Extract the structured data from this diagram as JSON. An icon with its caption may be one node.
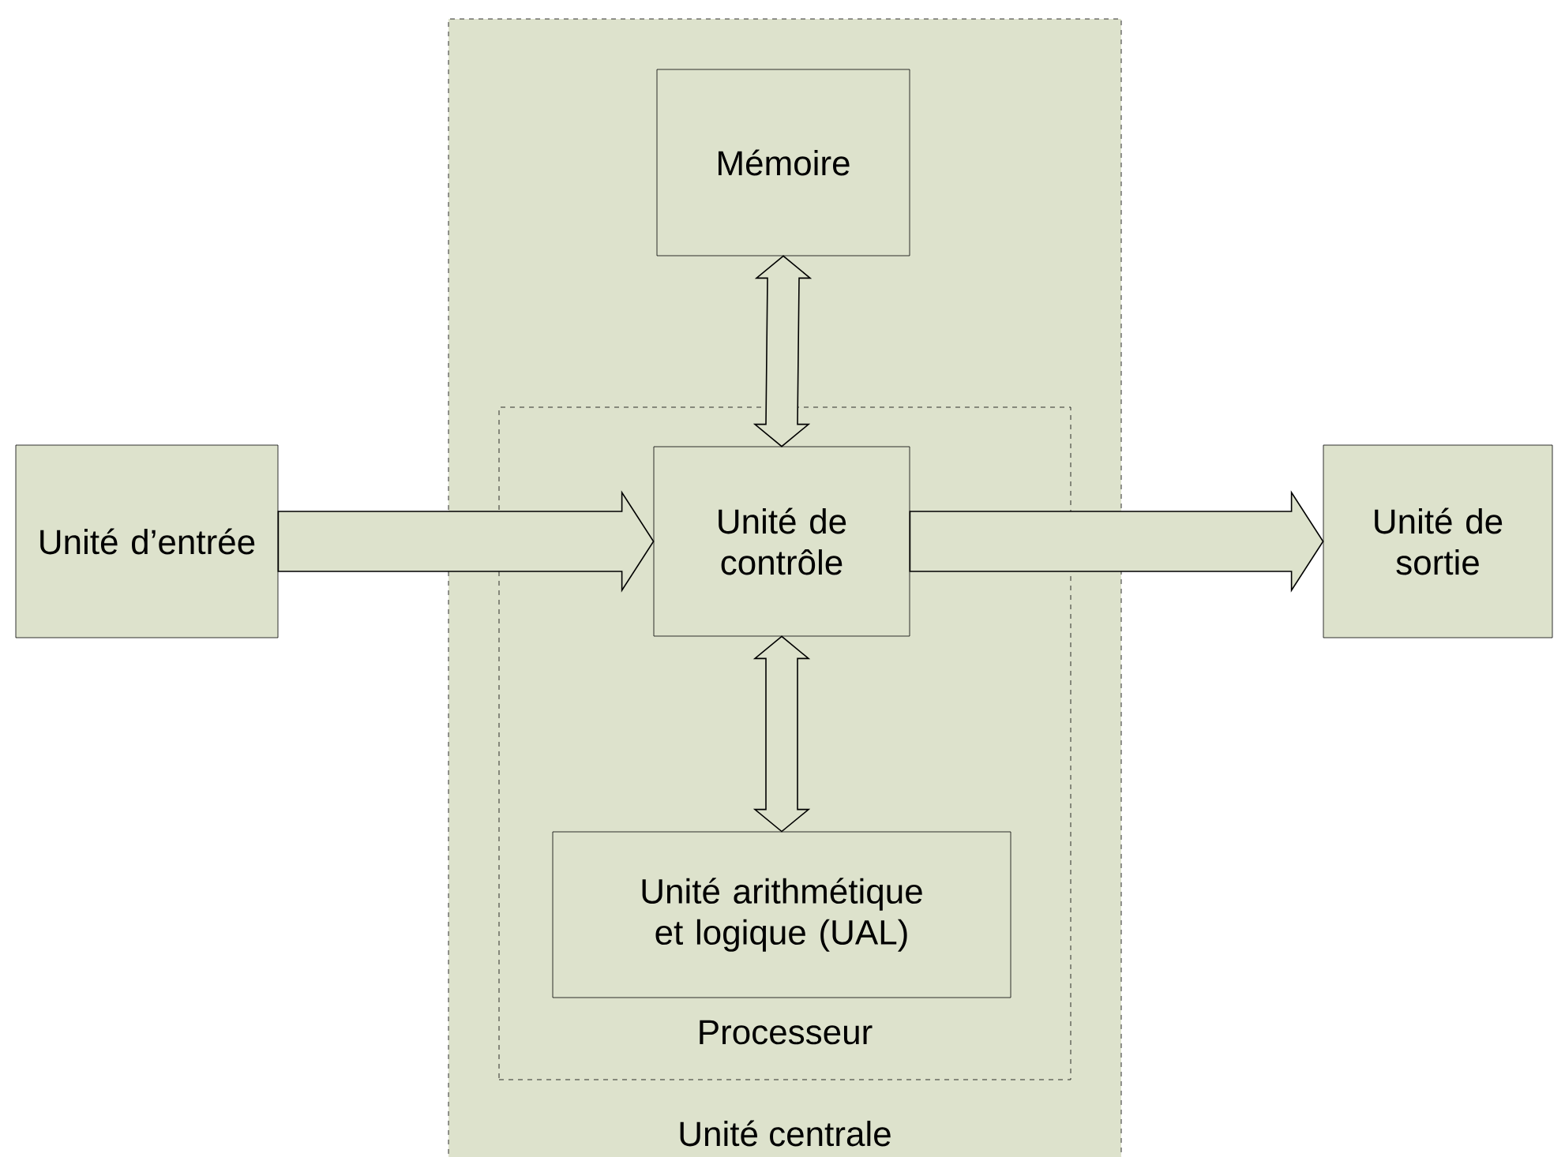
{
  "diagram": {
    "nodes": [
      {
        "text": [
          "Unité centrale"
        ]
      },
      {
        "text": [
          "Mémoire"
        ],
        "in": 0
      },
      {
        "text": [
          "Processeur"
        ],
        "in": 0
      },
      {
        "text": [
          "Unité de contrôle"
        ],
        "in": 2
      },
      {
        "text": [
          "Unité arithmétique et logique (UAL)"
        ],
        "in": 2
      },
      {
        "text": [
          "Unité d’entrée"
        ]
      },
      {
        "text": [
          "Unité de sortie"
        ]
      }
    ],
    "edges": [
      {
        "from": 1,
        "to": 3,
        "arrow": "both"
      },
      {
        "from": 5,
        "to": 3,
        "arrow": "to"
      },
      {
        "from": 3,
        "to": 6,
        "arrow": "to"
      },
      {
        "from": 3,
        "to": 4,
        "arrow": "both"
      }
    ]
  }
}
